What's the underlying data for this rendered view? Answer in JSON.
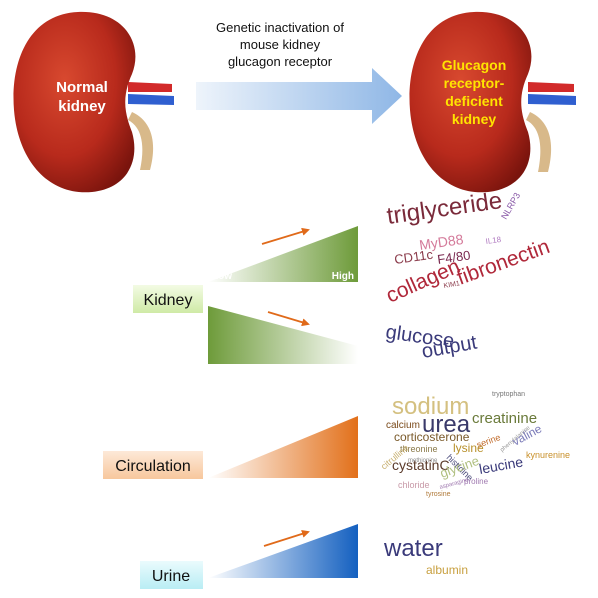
{
  "top": {
    "left_kidney_label": [
      "Normal",
      "kidney"
    ],
    "arrow_caption": [
      "Genetic inactivation of",
      "mouse kidney",
      "glucagon receptor"
    ],
    "right_kidney_label": [
      "Glucagon",
      "receptor-",
      "deficient",
      "kidney"
    ]
  },
  "scale": {
    "low": "Low",
    "high": "High"
  },
  "sections": {
    "kidney": "Kidney",
    "circulation": "Circulation",
    "urine": "Urine"
  },
  "kidney_up_words": {
    "triglyceride": "triglyceride",
    "nlrp3": "NLRP3",
    "myd88": "MyD88",
    "il18": "IL18",
    "cd11c": "CD11c",
    "f480": "F4/80",
    "fibronectin": "fibronectin",
    "collagen": "collagen",
    "kim1": "KIM1"
  },
  "kidney_down_words": {
    "glucose": "glucose",
    "output": "output"
  },
  "circulation_words": {
    "tryptophan": "tryptophan",
    "sodium": "sodium",
    "creatinine": "creatinine",
    "calcium": "calcium",
    "urea": "urea",
    "corticosterone": "corticosterone",
    "threonine": "threonine",
    "lysine": "lysine",
    "serine": "serine",
    "valine": "valine",
    "methionine": "methionine",
    "histidine": "histidine",
    "citrulline": "citrulline",
    "cystatinc": "cystatinC",
    "glycine": "glycine",
    "leucine": "leucine",
    "kynurenine": "kynurenine",
    "proline": "proline",
    "chloride": "chloride",
    "tyrosine": "tyrosine",
    "phenylalanine": "phenylalanine",
    "asparagine": "asparagine"
  },
  "urine_words": {
    "water": "water",
    "albumin": "albumin"
  },
  "colors": {
    "kidney": "#b82a1c",
    "green": "#6e9b3a",
    "orange": "#e2701a",
    "blue": "#1e6fc4",
    "trend_arrow": "#e06a1a",
    "yellow_label": "#ffe400"
  }
}
